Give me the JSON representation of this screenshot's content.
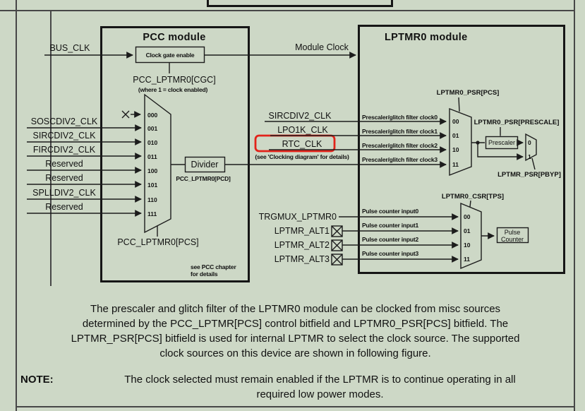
{
  "page": {
    "background": "#cdd8c6",
    "border_color": "#474747",
    "highlight_color": "#e2231a"
  },
  "pcc": {
    "title": "PCC module",
    "bus_clk": "BUS_CLK",
    "clock_gate_label": "Clock gate enable",
    "module_clock_label": "Module Clock",
    "cgc_label": "PCC_LPTMR0[CGC]",
    "cgc_note": "(where 1 = clock enabled)",
    "mux_select_values": [
      "000",
      "001",
      "010",
      "011",
      "100",
      "101",
      "110",
      "111"
    ],
    "clock_sources": [
      "SOSCDIV2_CLK",
      "SIRCDIV2_CLK",
      "FIRCDIV2_CLK",
      "Reserved",
      "Reserved",
      "SPLLDIV2_CLK",
      "Reserved"
    ],
    "divider_label": "Divider",
    "pcd_label": "PCC_LPTMR0[PCD]",
    "pcs_label": "PCC_LPTMR0[PCS]",
    "see_note_line1": "see PCC chapter",
    "see_note_line2": "for details"
  },
  "lptmr0": {
    "title": "LPTMR0 module",
    "psr_pcs_label": "LPTMR0_PSR[PCS]",
    "ext_sources": [
      "SIRCDIV2_CLK",
      "LPO1K_CLK",
      "RTC_CLK"
    ],
    "clocking_note": "(see 'Clocking diagram' for details)",
    "prescaler_clock_labels": [
      "Prescaler/glitch filter clock0",
      "Prescaler/glitch filter clock1",
      "Prescaler/glitch filter clock2",
      "Prescaler/glitch filter clock3"
    ],
    "psr_mux_values": [
      "00",
      "01",
      "10",
      "11"
    ],
    "prescale_label": "LPTMR0_PSR[PRESCALE]",
    "prescaler_label": "Prescaler",
    "bypass_values": [
      "0",
      "1"
    ],
    "pbyp_label": "LPTMR_PSR[PBYP]",
    "csr_tps_label": "LPTMR0_CSR[TPS]",
    "pulse_input_labels": [
      "Pulse counter input0",
      "Pulse counter input1",
      "Pulse counter input2",
      "Pulse counter input3"
    ],
    "trigger_sources": [
      "TRGMUX_LPTMR0",
      "LPTMR_ALT1",
      "LPTMR_ALT2",
      "LPTMR_ALT3"
    ],
    "tps_mux_values": [
      "00",
      "01",
      "10",
      "11"
    ],
    "pulse_counter_line1": "Pulse",
    "pulse_counter_line2": "Counter"
  },
  "paragraph": {
    "lines": [
      "The prescaler and glitch filter of the LPTMR0 module can be clocked from misc sources",
      "determined by the PCC_LPTMR[PCS] control bitfield and LPTMR0_PSR[PCS] bitfield. The",
      "LPTMR_PSR[PCS] bitfield is used for internal LPTMR to select the clock source. The supported",
      "clock sources on this device are shown in following figure."
    ]
  },
  "note": {
    "label": "NOTE:",
    "lines": [
      "The clock selected must remain enabled if the LPTMR is to continue operating in all",
      "required low power modes."
    ]
  }
}
